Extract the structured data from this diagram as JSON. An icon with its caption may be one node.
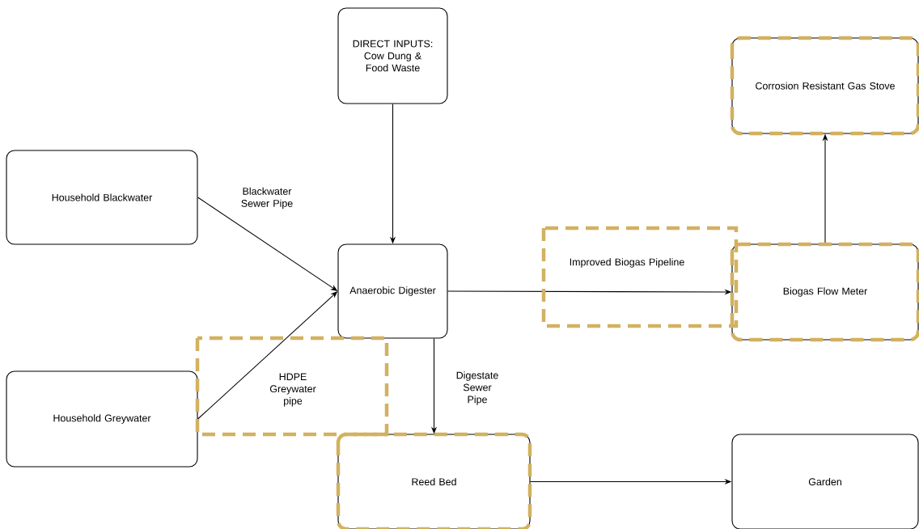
{
  "diagram": {
    "nodes": [
      {
        "text": [
          "DIRECT INPUTS: Cow Dung & Food Waste"
        ]
      },
      {
        "text": [
          "Corrosion Resistant Gas Stove"
        ]
      },
      {
        "text": [
          "Household Blackwater"
        ]
      },
      {
        "text": [
          "Anaerobic Digester"
        ]
      },
      {
        "text": [
          "Biogas Flow Meter"
        ]
      },
      {
        "text": [
          "Household Greywater"
        ]
      },
      {
        "text": [
          "Reed Bed"
        ]
      },
      {
        "text": [
          "Garden"
        ]
      }
    ],
    "edges": [
      {
        "from": 0,
        "to": 3,
        "arrow": "to"
      },
      {
        "from": 2,
        "to": 3,
        "arrow": "to",
        "label": "Blackwater Sewer Pipe"
      },
      {
        "from": 5,
        "to": 3,
        "arrow": "to",
        "label": "HDPE Greywater pipe"
      },
      {
        "from": 3,
        "to": 4,
        "arrow": "to",
        "label": "Improved Biogas Pipeline"
      },
      {
        "from": 4,
        "to": 1,
        "arrow": "to"
      },
      {
        "from": 3,
        "to": 6,
        "arrow": "to",
        "label": "Digestate Sewer Pipe"
      },
      {
        "from": 6,
        "to": 7,
        "arrow": "to"
      }
    ]
  }
}
